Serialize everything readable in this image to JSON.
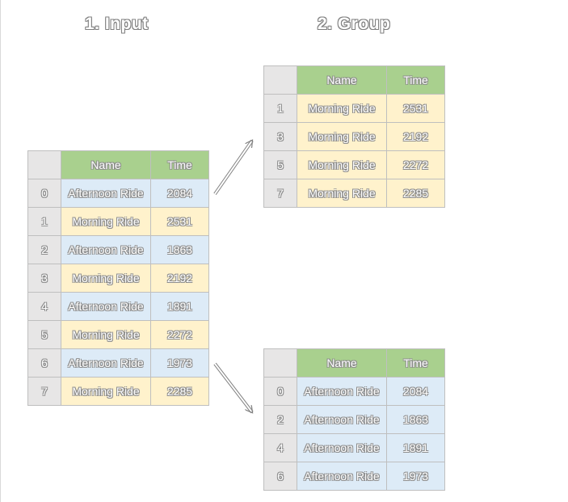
{
  "titles": {
    "input": "1. Input",
    "group": "2. Group"
  },
  "columns": {
    "name": "Name",
    "time": "Time"
  },
  "input_rows": [
    {
      "index": "0",
      "name": "Afternoon Ride",
      "time": "2084",
      "kind": "afternoon"
    },
    {
      "index": "1",
      "name": "Morning Ride",
      "time": "2531",
      "kind": "morning"
    },
    {
      "index": "2",
      "name": "Afternoon Ride",
      "time": "1863",
      "kind": "afternoon"
    },
    {
      "index": "3",
      "name": "Morning Ride",
      "time": "2192",
      "kind": "morning"
    },
    {
      "index": "4",
      "name": "Afternoon Ride",
      "time": "1891",
      "kind": "afternoon"
    },
    {
      "index": "5",
      "name": "Morning Ride",
      "time": "2272",
      "kind": "morning"
    },
    {
      "index": "6",
      "name": "Afternoon Ride",
      "time": "1973",
      "kind": "afternoon"
    },
    {
      "index": "7",
      "name": "Morning Ride",
      "time": "2285",
      "kind": "morning"
    }
  ],
  "group_morning_rows": [
    {
      "index": "1",
      "name": "Morning Ride",
      "time": "2531"
    },
    {
      "index": "3",
      "name": "Morning Ride",
      "time": "2192"
    },
    {
      "index": "5",
      "name": "Morning Ride",
      "time": "2272"
    },
    {
      "index": "7",
      "name": "Morning Ride",
      "time": "2285"
    }
  ],
  "group_afternoon_rows": [
    {
      "index": "0",
      "name": "Afternoon Ride",
      "time": "2084"
    },
    {
      "index": "2",
      "name": "Afternoon Ride",
      "time": "1863"
    },
    {
      "index": "4",
      "name": "Afternoon Ride",
      "time": "1891"
    },
    {
      "index": "6",
      "name": "Afternoon Ride",
      "time": "1973"
    }
  ],
  "colors": {
    "header_green": "#a9d08e",
    "index_gray": "#e7e6e6",
    "afternoon_blue": "#ddebf7",
    "morning_yellow": "#fff2cc"
  }
}
